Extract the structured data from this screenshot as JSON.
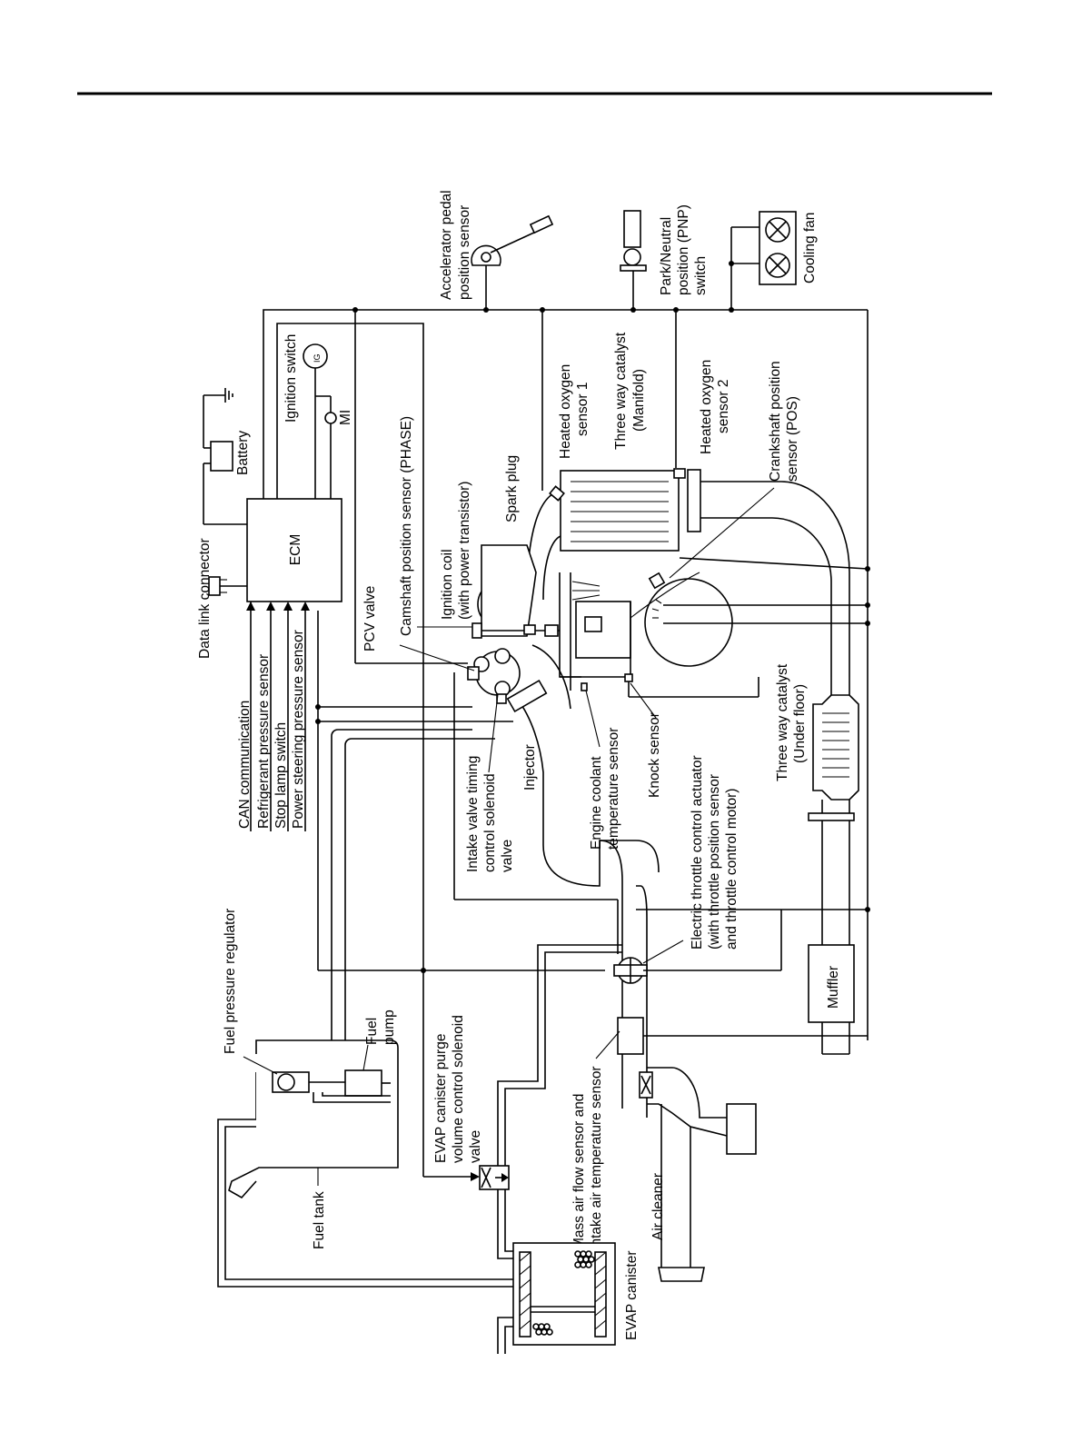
{
  "labels": {
    "ecm": "ECM",
    "data_link_connector": "Data link connector",
    "battery": "Battery",
    "ignition_switch": "Ignition switch",
    "ig_mark": "IG",
    "mi": "MI",
    "accel_1": "Accelerator pedal",
    "accel_2": "position sensor",
    "pnp_1": "Park/Neutral",
    "pnp_2": "position (PNP)",
    "pnp_3": "switch",
    "cooling_fan": "Cooling fan",
    "ho2s1_1": "Heated oxygen",
    "ho2s1_2": "sensor 1",
    "twc_man_1": "Three way catalyst",
    "twc_man_2": "(Manifold)",
    "ho2s2_1": "Heated oxygen",
    "ho2s2_2": "sensor 2",
    "ckp_1": "Crankshaft position",
    "ckp_2": "sensor (POS)",
    "spark_plug": "Spark plug",
    "ign_coil_1": "Ignition coil",
    "ign_coil_2": "(with power transistor)",
    "cmp": "Camshaft position sensor (PHASE)",
    "pcv": "PCV valve",
    "can": "CAN communication",
    "refrig": "Refrigerant pressure sensor",
    "stop_lamp": "Stop lamp switch",
    "ps_sensor": "Power steering pressure sensor",
    "ivt_1": "Intake valve timing",
    "ivt_2": "control solenoid",
    "ivt_3": "valve",
    "injector": "Injector",
    "ect_1": "Engine coolant",
    "ect_2": "temperature sensor",
    "knock": "Knock sensor",
    "twc_uf_1": "Three way catalyst",
    "twc_uf_2": "(Under floor)",
    "etc_1": "Electric throttle control actuator",
    "etc_2": "(with throttle position sensor",
    "etc_3": "and throttle control motor)",
    "fpr": "Fuel pressure regulator",
    "fuel_pump_1": "Fuel",
    "fuel_pump_2": "pump",
    "fuel_tank": "Fuel tank",
    "evap_valve_1": "EVAP canister purge",
    "evap_valve_2": "volume control solenoid",
    "evap_valve_3": "valve",
    "maf_1": "Mass air flow sensor and",
    "maf_2": "intake air temperature sensor",
    "air_cleaner": "Air cleaner",
    "muffler": "Muffler",
    "evap_canister": "EVAP canister"
  },
  "colors": {
    "line": "#000000",
    "background": "#ffffff"
  }
}
